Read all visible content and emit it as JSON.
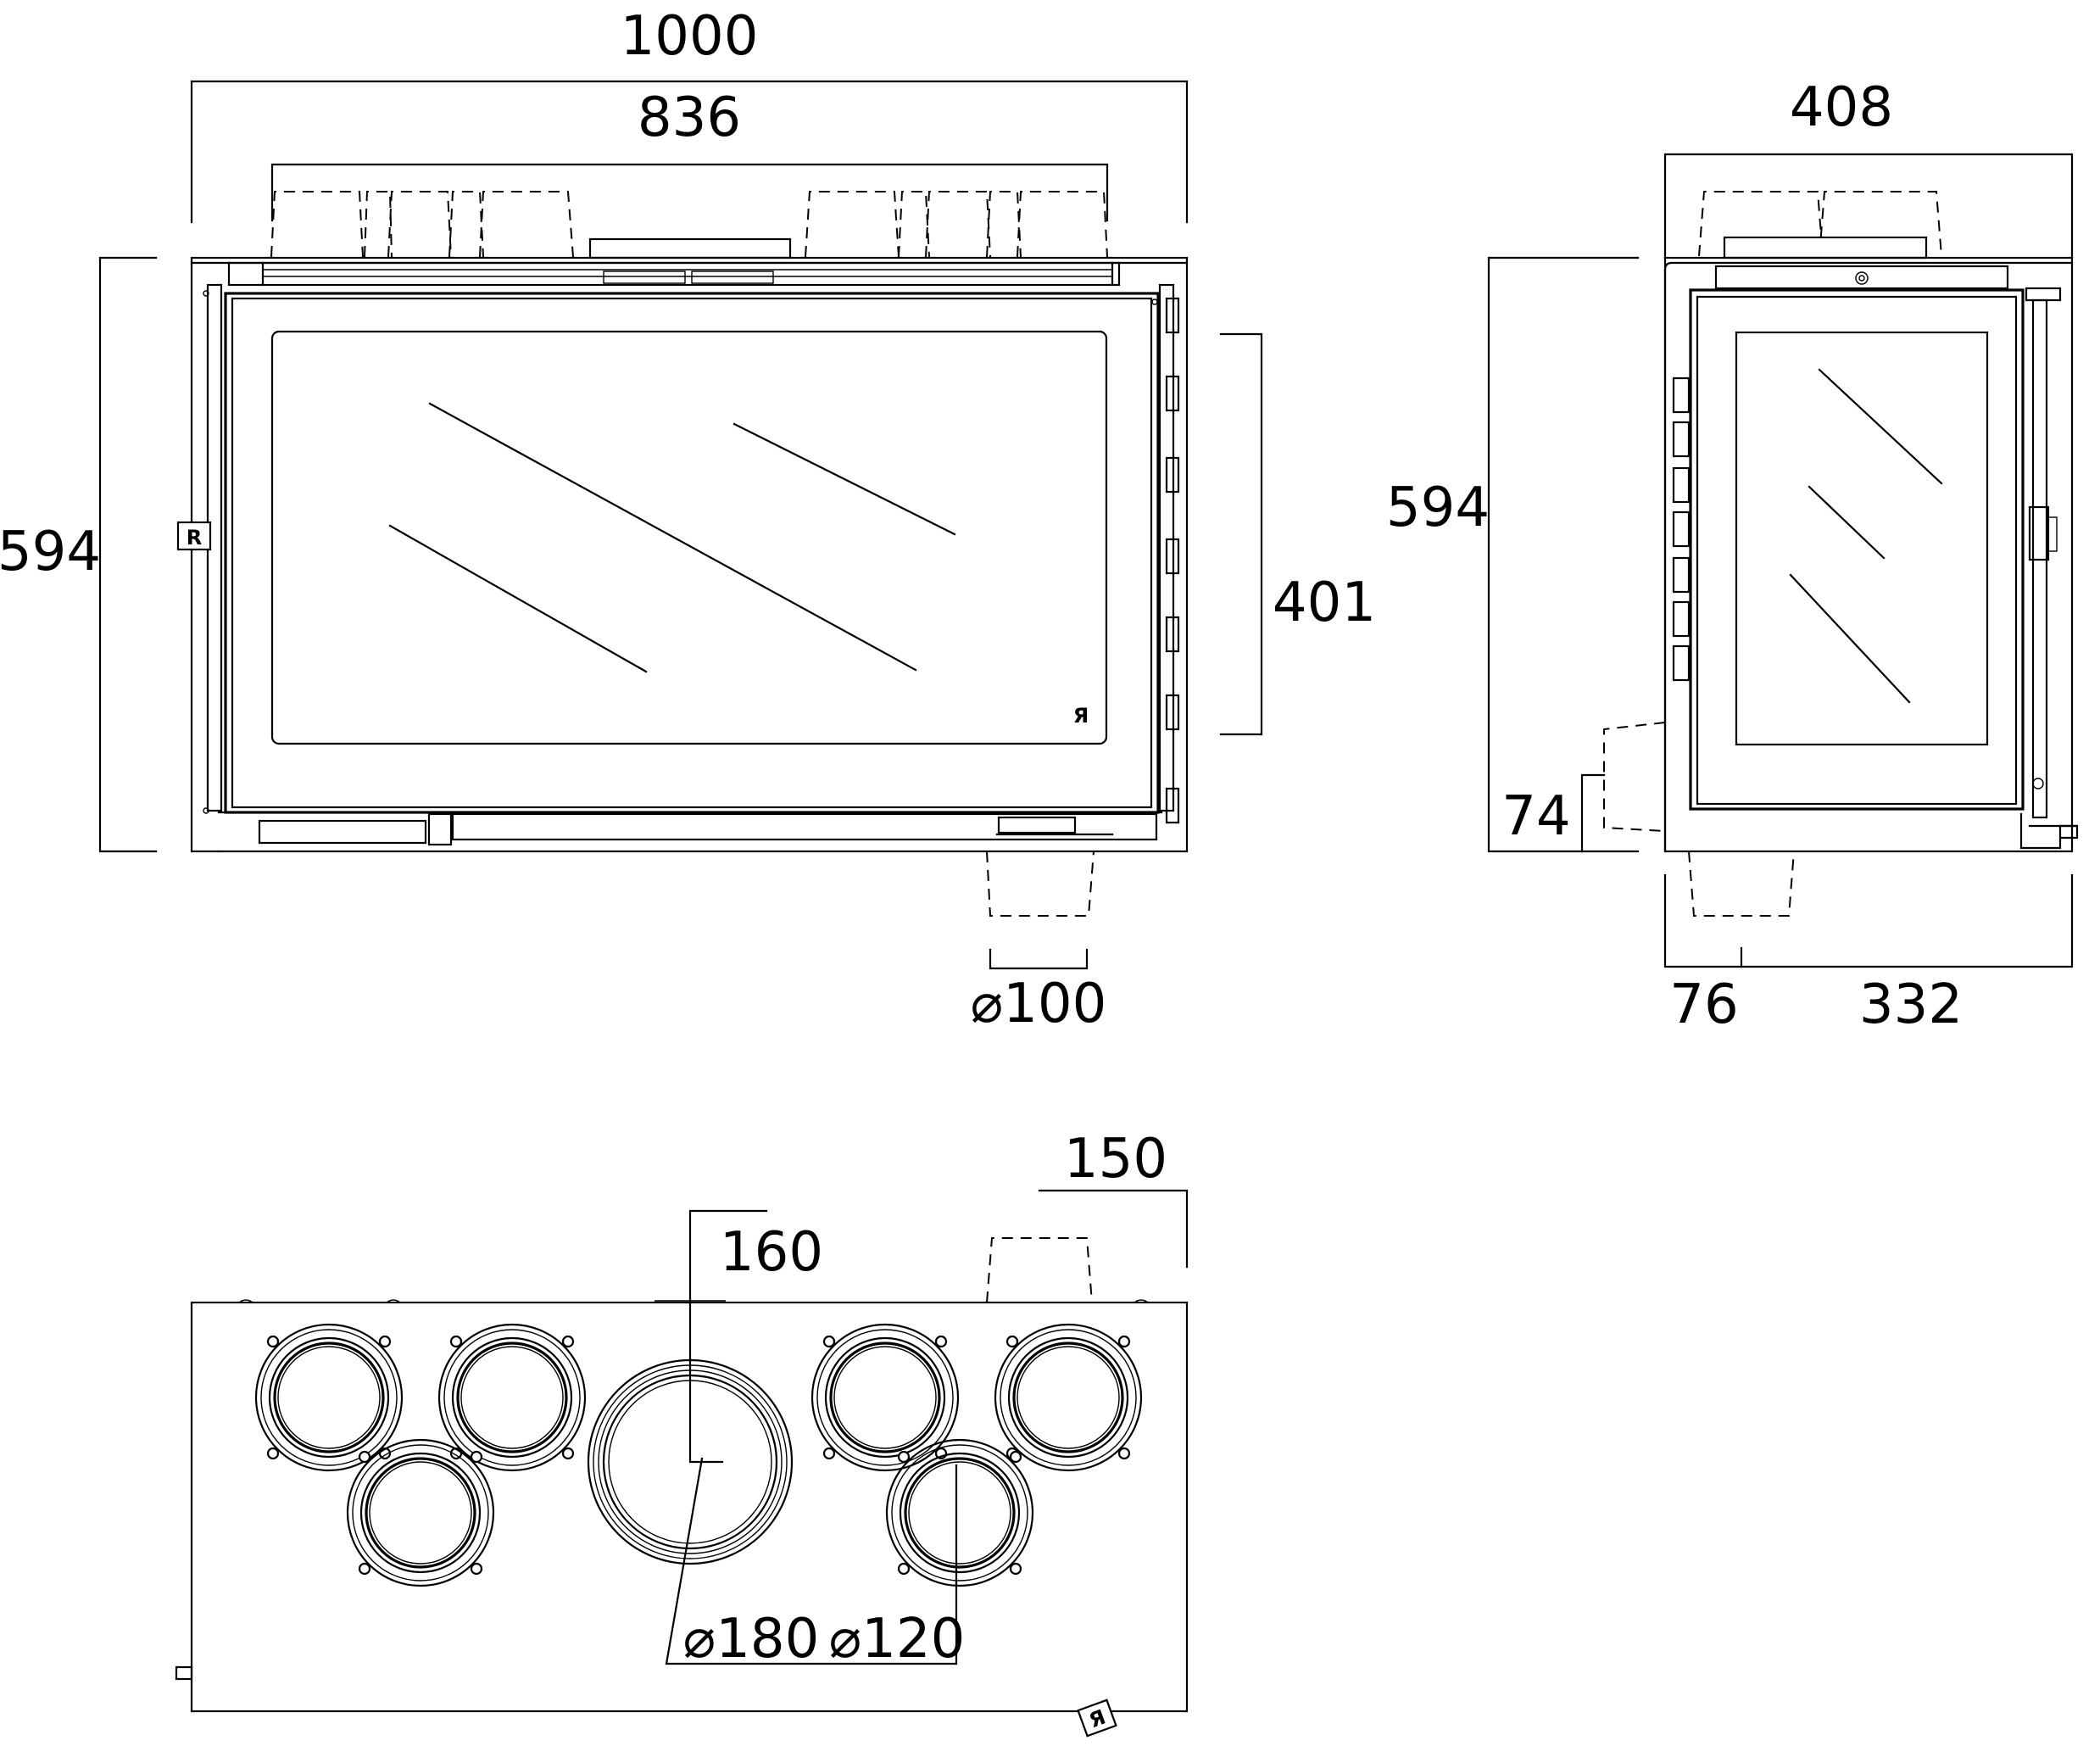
{
  "front_view": {
    "dim_overall_width": "1000",
    "dim_inner_width": "836",
    "dim_height": "594",
    "dim_glass_height": "401",
    "dim_outlet_diameter": "⌀100"
  },
  "side_view": {
    "dim_depth": "408",
    "dim_height": "594",
    "dim_bottom_outlet": "74",
    "dim_front_offset": "76",
    "dim_rear_depth": "332"
  },
  "top_view": {
    "dim_side_offset": "150",
    "dim_center_offset": "160",
    "dim_large_outlet": "⌀180",
    "dim_small_outlet": "⌀120"
  },
  "logo_letter": "R",
  "glyphs": {
    "logo_mirror": "Я"
  }
}
